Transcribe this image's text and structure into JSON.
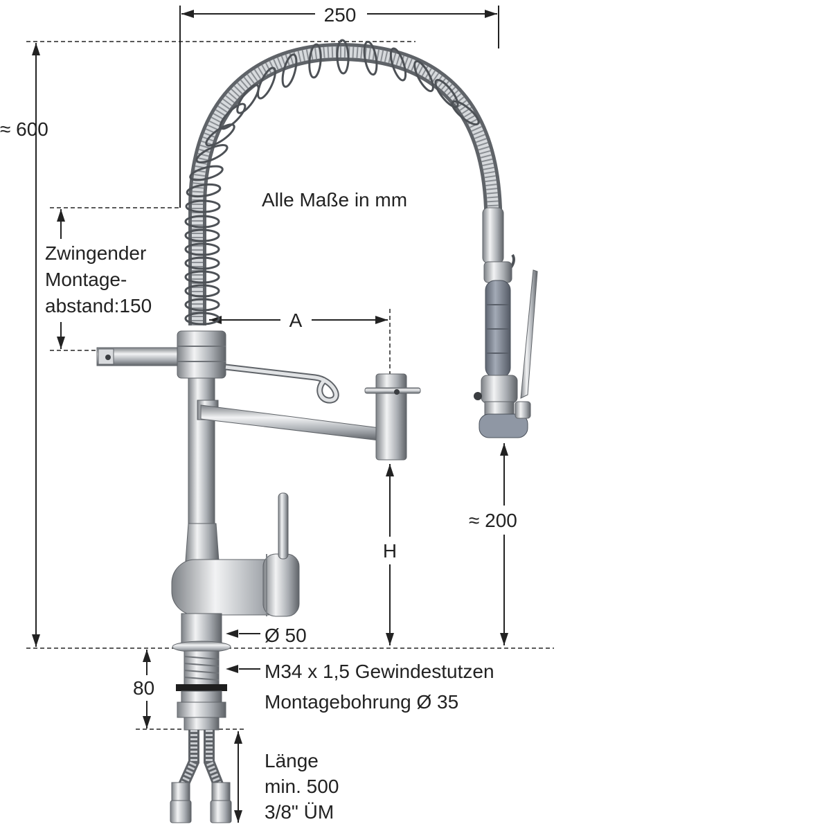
{
  "dimensions": {
    "width": "250",
    "height": "≈ 600",
    "mounting_distance_line1": "Zwingender",
    "mounting_distance_line2": "Montage-",
    "mounting_distance_line3": "abstand:150",
    "a_label": "A",
    "h_label": "H",
    "shower_height": "≈ 200",
    "base_diameter": "Ø 50",
    "thread_height": "80"
  },
  "notes": {
    "units": "Alle Maße in mm",
    "thread": "M34 x 1,5 Gewindestutzen",
    "bore": "Montagebohrung Ø 35",
    "hose_line1": "Länge",
    "hose_line2": "min. 500",
    "hose_line3": "3/8\" ÜM"
  },
  "colors": {
    "steel": "#b9bcc0",
    "steel_dark": "#6f7378",
    "grip": "#7f8795",
    "line": "#222222"
  }
}
